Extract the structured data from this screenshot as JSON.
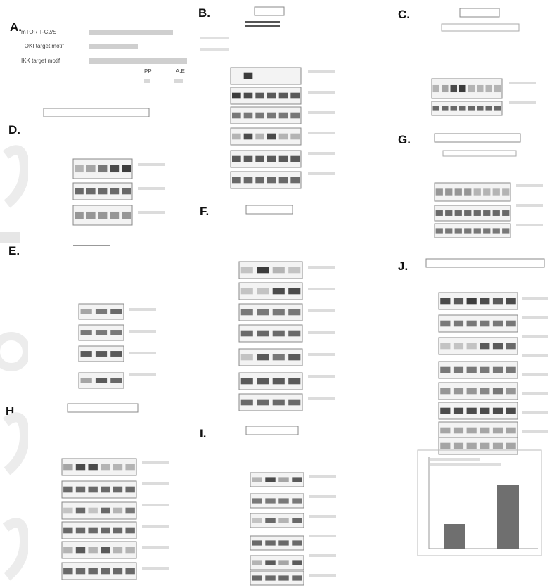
{
  "figure": {
    "panel_labels": [
      "A.",
      "B.",
      "C.",
      "D.",
      "E.",
      "F.",
      "G.",
      "H.",
      "I.",
      "J."
    ],
    "panel_a": {
      "rows": [
        "mTOR T-C2/S",
        "TOKI target motif",
        "IKK target motif"
      ],
      "marks": [
        "PP",
        "A.E"
      ]
    }
  }
}
